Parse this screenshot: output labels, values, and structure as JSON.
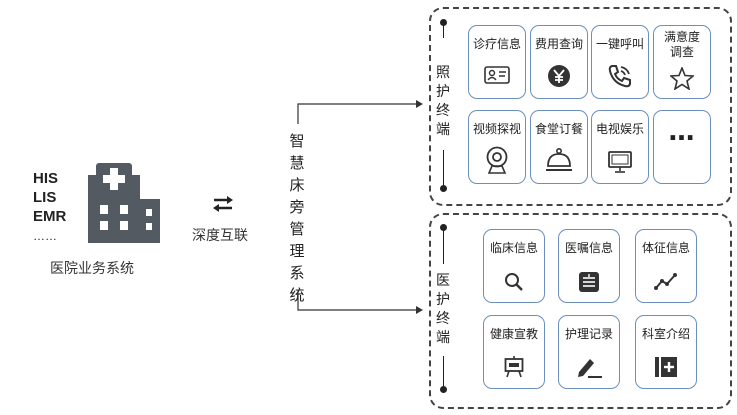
{
  "hospital": {
    "systems": [
      "HIS",
      "LIS",
      "EMR",
      "……"
    ],
    "caption": "医院业务系统"
  },
  "link": {
    "arrows": "⇄",
    "label": "深度互联"
  },
  "system_title": [
    "智",
    "慧",
    "床",
    "旁",
    "管",
    "理",
    "系",
    "统"
  ],
  "care_terminal": {
    "label": [
      "照",
      "护",
      "终",
      "端"
    ],
    "cards": [
      {
        "label": "诊疗信息",
        "icon": "id-card-icon"
      },
      {
        "label": "费用查询",
        "icon": "yen-coin-icon"
      },
      {
        "label": "一键呼叫",
        "icon": "phone-call-icon"
      },
      {
        "label": "满意度调查",
        "icon": "star-icon"
      },
      {
        "label": "视频探视",
        "icon": "webcam-icon"
      },
      {
        "label": "食堂订餐",
        "icon": "food-cloche-icon"
      },
      {
        "label": "电视娱乐",
        "icon": "tv-icon"
      },
      {
        "label": "…",
        "icon": "more-icon"
      }
    ]
  },
  "medical_terminal": {
    "label": [
      "医",
      "护",
      "终",
      "端"
    ],
    "cards": [
      {
        "label": "临床信息",
        "icon": "search-icon"
      },
      {
        "label": "医嘱信息",
        "icon": "order-list-icon"
      },
      {
        "label": "体征信息",
        "icon": "trend-line-icon"
      },
      {
        "label": "健康宣教",
        "icon": "presentation-board-icon"
      },
      {
        "label": "护理记录",
        "icon": "pen-write-icon"
      },
      {
        "label": "科室介绍",
        "icon": "plus-box-icon"
      }
    ]
  }
}
